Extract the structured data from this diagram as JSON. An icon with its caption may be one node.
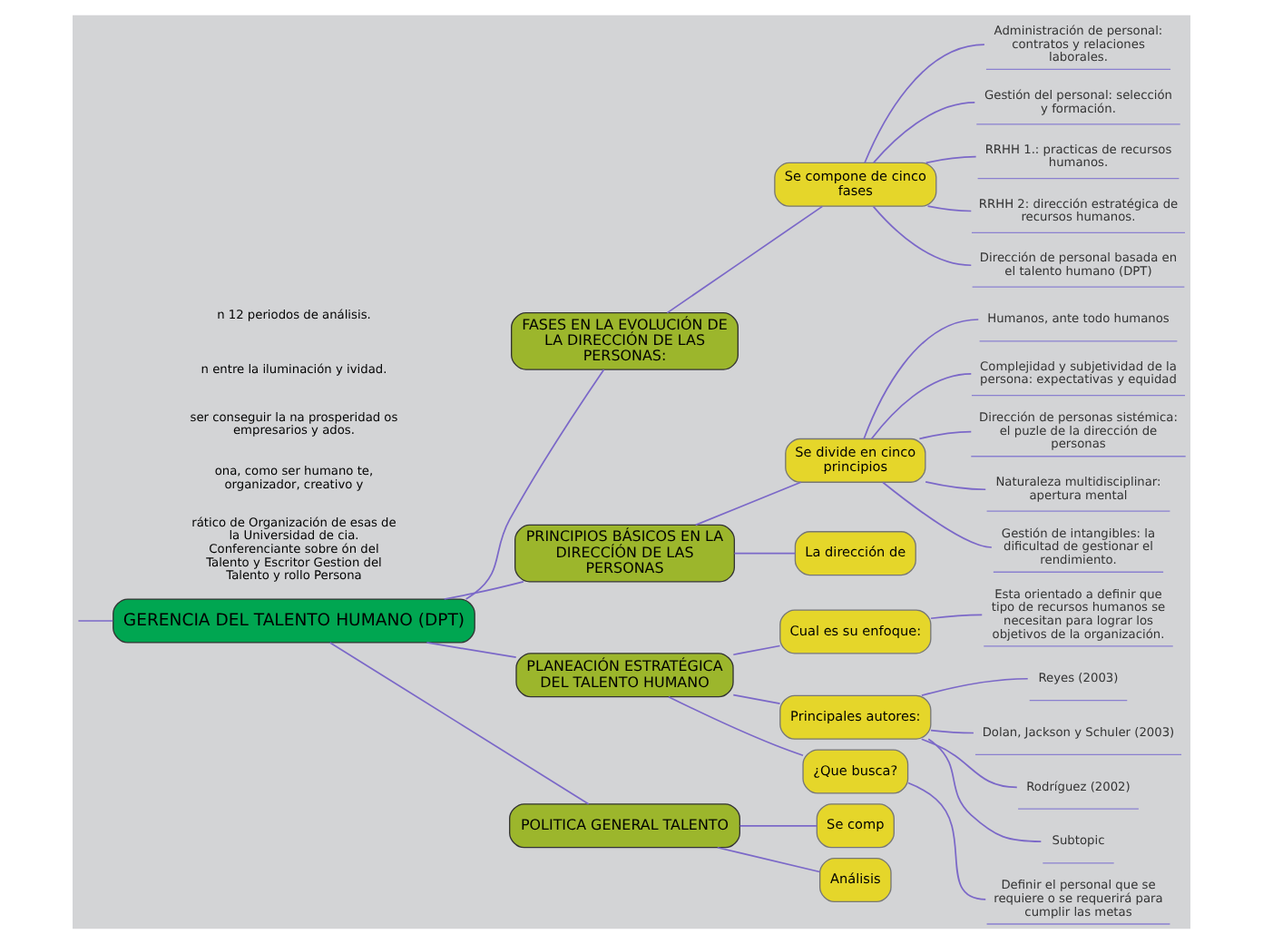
{
  "diagram": {
    "nodes": [
      {
        "text": [
          "GERENCIA DEL TALENTO HUMANO (DPT)"
        ]
      },
      {
        "text": [
          "FASES EN LA EVOLUCIÓN DE LA DIRECCIÓN DE LAS PERSONAS:"
        ]
      },
      {
        "text": [
          "Se compone de cinco fases"
        ]
      },
      {
        "text": [
          "Administración de personal: contratos y relaciones laborales."
        ]
      },
      {
        "text": [
          "Gestión del personal: selección y formación."
        ]
      },
      {
        "text": [
          "RRHH 1.: practicas de recursos humanos."
        ]
      },
      {
        "text": [
          "RRHH 2: dirección estratégica de recursos humanos."
        ]
      },
      {
        "text": [
          "Dirección de personal basada en el talento humano (DPT)"
        ]
      },
      {
        "text": [
          "PRINCIPIOS BÁSICOS EN LA DIRECCÍÓN DE LAS PERSONAS"
        ]
      },
      {
        "text": [
          "Se divide en cinco principios"
        ]
      },
      {
        "text": [
          "Humanos, ante todo humanos"
        ]
      },
      {
        "text": [
          "Complejidad y subjetividad de la persona: expectativas y equidad"
        ]
      },
      {
        "text": [
          "Dirección de personas sistémica: el puzle de la dirección de personas"
        ]
      },
      {
        "text": [
          "Naturaleza multidisciplinar: apertura mental"
        ]
      },
      {
        "text": [
          "Gestión de intangibles: la dificultad de gestionar el rendimiento."
        ]
      },
      {
        "text": [
          "La dirección de"
        ]
      },
      {
        "text": [
          "PLANEACIÓN ESTRATÉGICA DEL TALENTO HUMANO"
        ]
      },
      {
        "text": [
          "Cual es su enfoque:"
        ]
      },
      {
        "text": [
          "Esta orientado a definir que tipo de recursos humanos se necesitan para lograr los objetivos de la organización."
        ]
      },
      {
        "text": [
          "Principales autores:"
        ]
      },
      {
        "text": [
          "Reyes (2003)"
        ]
      },
      {
        "text": [
          "Dolan, Jackson y Schuler (2003)"
        ]
      },
      {
        "text": [
          "Rodríguez (2002)"
        ]
      },
      {
        "text": [
          "Subtopic"
        ]
      },
      {
        "text": [
          "¿Que busca?"
        ]
      },
      {
        "text": [
          "Definir el personal que se requiere o se requerirá para cumplir las metas"
        ]
      },
      {
        "text": [
          "POLITICA GENERAL TALENTO"
        ]
      },
      {
        "text": [
          "Se comp"
        ]
      },
      {
        "text": [
          "Análisis"
        ]
      }
    ],
    "edges": [
      {
        "from": 0,
        "to": null,
        "arrow": "none"
      },
      {
        "from": 0,
        "to": 1,
        "arrow": "none"
      },
      {
        "from": 1,
        "to": 2,
        "arrow": "none"
      },
      {
        "from": 2,
        "to": 3,
        "arrow": "none"
      },
      {
        "from": 2,
        "to": 4,
        "arrow": "none"
      },
      {
        "from": 2,
        "to": 5,
        "arrow": "none"
      },
      {
        "from": 2,
        "to": 6,
        "arrow": "none"
      },
      {
        "from": 2,
        "to": 7,
        "arrow": "none"
      },
      {
        "from": 0,
        "to": 8,
        "arrow": "none"
      },
      {
        "from": 8,
        "to": 9,
        "arrow": "none"
      },
      {
        "from": 9,
        "to": 10,
        "arrow": "none"
      },
      {
        "from": 9,
        "to": 11,
        "arrow": "none"
      },
      {
        "from": 9,
        "to": 12,
        "arrow": "none"
      },
      {
        "from": 9,
        "to": 13,
        "arrow": "none"
      },
      {
        "from": 9,
        "to": 14,
        "arrow": "none"
      },
      {
        "from": 8,
        "to": 15,
        "arrow": "none"
      },
      {
        "from": 0,
        "to": 16,
        "arrow": "none"
      },
      {
        "from": 16,
        "to": 17,
        "arrow": "none"
      },
      {
        "from": 17,
        "to": 18,
        "arrow": "none"
      },
      {
        "from": 16,
        "to": 19,
        "arrow": "none"
      },
      {
        "from": 19,
        "to": 20,
        "arrow": "none"
      },
      {
        "from": 19,
        "to": 21,
        "arrow": "none"
      },
      {
        "from": 19,
        "to": 22,
        "arrow": "none"
      },
      {
        "from": 19,
        "to": 23,
        "arrow": "none"
      },
      {
        "from": 16,
        "to": 24,
        "arrow": "none"
      },
      {
        "from": 24,
        "to": 25,
        "arrow": "none"
      },
      {
        "from": 0,
        "to": 26,
        "arrow": "none"
      },
      {
        "from": 26,
        "to": 27,
        "arrow": "none"
      },
      {
        "from": 26,
        "to": 28,
        "arrow": "none"
      }
    ],
    "labels": [
      "rático de Organización de esas de la Universidad de cia. Conferenciante sobre ón del Talento y Escritor Gestion del Talento y rollo Persona",
      "ona, como ser humano te, organizador, creativo y",
      "ser conseguir la na prosperidad os empresarios y ados.",
      "n entre la iluminación y ividad.",
      "n 12 periodos de análisis."
    ]
  }
}
